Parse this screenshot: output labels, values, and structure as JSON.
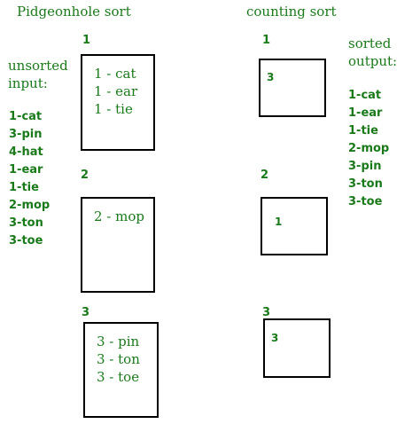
{
  "titles": {
    "pigeonhole": "Pidgeonhole sort",
    "counting": "counting sort"
  },
  "unsorted": {
    "label_line1": "unsorted",
    "label_line2": "input:",
    "items": [
      "1-cat",
      "3-pin",
      "4-hat",
      "1-ear",
      "1-tie",
      "2-mop",
      "3-ton",
      "3-toe"
    ]
  },
  "sorted": {
    "label_line1": "sorted",
    "label_line2": "output:",
    "items": [
      "1-cat",
      "1-ear",
      "1-tie",
      "2-mop",
      "3-pin",
      "3-ton",
      "3-toe"
    ]
  },
  "pigeonholes": [
    {
      "key": "1",
      "entries": [
        "1 - cat",
        "1 - ear",
        "1 - tie"
      ]
    },
    {
      "key": "2",
      "entries": [
        "2 - mop"
      ]
    },
    {
      "key": "3",
      "entries": [
        "3 - pin",
        "3 - ton",
        "3 - toe"
      ]
    }
  ],
  "counts": [
    {
      "key": "1",
      "count": "3"
    },
    {
      "key": "2",
      "count": "1"
    },
    {
      "key": "3",
      "count": "3"
    }
  ]
}
